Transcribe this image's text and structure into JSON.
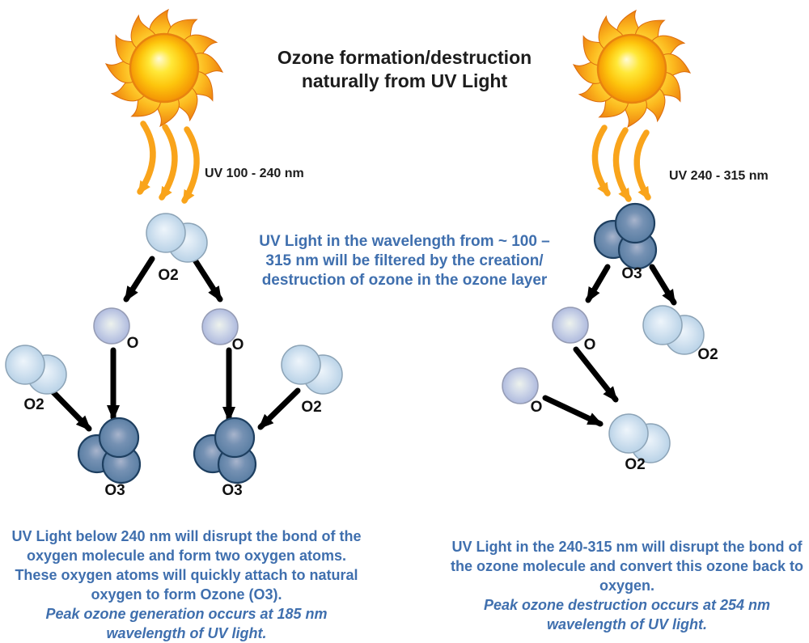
{
  "title": {
    "lines": [
      "Ozone formation/destruction",
      "naturally from UV Light"
    ]
  },
  "uv_bands": {
    "left": "UV 100 - 240 nm",
    "right": "UV 240 - 315 nm"
  },
  "middle_note": {
    "lines": [
      "UV Light in the wavelength from ~ 100 –",
      "315 nm will be filtered by the creation/",
      "destruction of ozone in the ozone layer"
    ]
  },
  "molecule_labels": {
    "o2": "O2",
    "o": "O",
    "o3": "O3"
  },
  "left_caption": {
    "lines": [
      "UV Light below 240 nm will disrupt the bond of the",
      "oxygen molecule and form two oxygen atoms.",
      "These oxygen atoms will quickly attach to natural",
      "oxygen to form Ozone (O3)."
    ],
    "italic_lines": [
      "Peak ozone generation occurs at 185 nm",
      "wavelength of UV light."
    ]
  },
  "right_caption": {
    "lines": [
      "UV Light in the 240-315 nm will disrupt the bond of",
      "the ozone molecule and convert this ozone back to",
      "oxygen."
    ],
    "italic_lines": [
      "Peak ozone destruction occurs at 254 nm",
      "wavelength of UV light."
    ]
  },
  "colors": {
    "text_blue": "#3f6fae",
    "text_black": "#1c1c1c",
    "sun_disc_core": "#ffe838",
    "sun_disc_edge": "#ef8506",
    "flame_orange": "#e8720e",
    "ray_amber": "#f9a41b",
    "arrow_black": "#000000",
    "o2_fill": "#c9dded",
    "o_fill": "#b0bbde",
    "o3_fill": "#5b83ac",
    "o3_border": "#1e3f60"
  }
}
